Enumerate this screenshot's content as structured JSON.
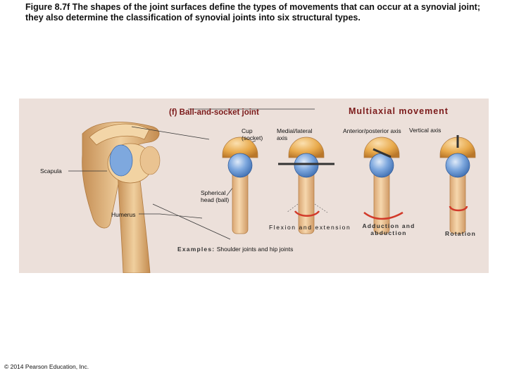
{
  "caption": "Figure 8.7f The shapes of the joint surfaces define the types of movements that can occur at a synovial joint; they also determine the classification of synovial joints into six structural types.",
  "panel": {
    "heading": "(f) Ball-and-socket joint",
    "movement_title": "Multiaxial movement",
    "labels": {
      "cup": "Cup (socket)",
      "medial_lateral": "Medial/lateral axis",
      "anterior_posterior": "Anterior/posterior axis",
      "vertical": "Vertical axis",
      "scapula": "Scapula",
      "spherical_head": "Spherical head (ball)",
      "humerus": "Humerus",
      "flexion": "Flexion and extension",
      "adduction": "Adduction and abduction",
      "rotation": "Rotation",
      "examples_label": "Examples:",
      "examples_text": "Shoulder joints and hip joints"
    },
    "colors": {
      "socket": "#e8a94a",
      "ball": "#6f9fd8",
      "bone": "#efc79a",
      "arrow": "#d23a2a",
      "title": "#7b1a1a"
    }
  },
  "copyright": "© 2014 Pearson Education, Inc."
}
